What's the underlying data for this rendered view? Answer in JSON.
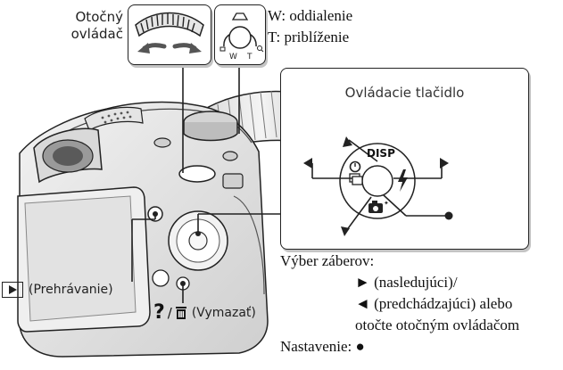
{
  "labels": {
    "dial_line1": "Otočný",
    "dial_line2": "ovládač",
    "zoom_w": "W: oddialenie",
    "zoom_t": "T: priblíženie",
    "control_title": "Ovládacie tlačidlo",
    "playback": "(Prehrávanie)",
    "delete": "(Vymazať)",
    "selection_title": "Výber záberov:",
    "selection_next": "► (nasledujúci)/",
    "selection_prev": "◄ (predchádzajúci) alebo",
    "selection_dial": "otočte otočným ovládačom",
    "settings_label": "Nastavenie:",
    "settings_symbol": "●",
    "disp": "DISP",
    "zoom_small_w": "W",
    "zoom_small_t": "T"
  },
  "icons": {
    "playback": "play-triangle-in-box",
    "delete": "question-mark-and-trash",
    "self_timer": "self-timer",
    "flash": "flash-bolt",
    "scene": "camera-scene"
  },
  "colors": {
    "outline": "#222222",
    "camera_body": "#e9e9e9",
    "camera_dark": "#bdbdbd",
    "shadow": "#c4c4c4"
  }
}
